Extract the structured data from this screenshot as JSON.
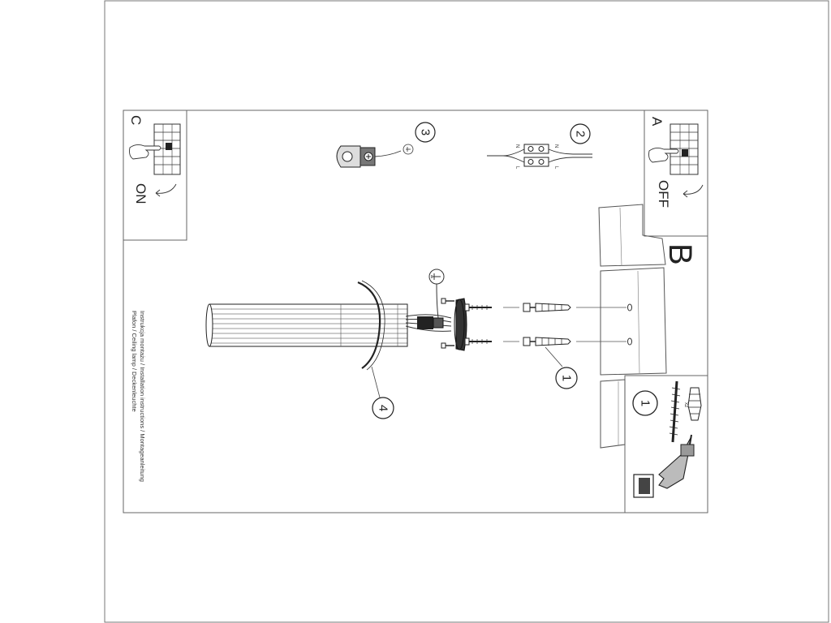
{
  "section_labels": {
    "a": "A",
    "b": "B",
    "c": "C"
  },
  "switch_states": {
    "off": "OFF",
    "on": "ON"
  },
  "step_numbers": {
    "s1_box": "1",
    "s1_screw": "1",
    "s2": "2",
    "s3": "3",
    "s4": "4"
  },
  "caption": {
    "line1": "Instrukcja montażu / Installation instructions / Montageanleitung",
    "line2": "Plafon / Ceiling lamp / Deckenleuchte"
  },
  "annotations": {
    "dowel_count": "x2",
    "terminal_l": "L",
    "terminal_n": "N"
  },
  "icons": {
    "drill": "drill-icon",
    "screw": "screw-icon",
    "dowel": "wall-plug-icon",
    "breaker": "circuit-breaker-icon",
    "hand": "hand-icon",
    "ground": "ground-symbol-icon",
    "arrow": "curved-arrow-icon"
  },
  "colors": {
    "line": "#222222",
    "frame": "#555555",
    "paper": "#ffffff",
    "wall": "#dddddd"
  }
}
